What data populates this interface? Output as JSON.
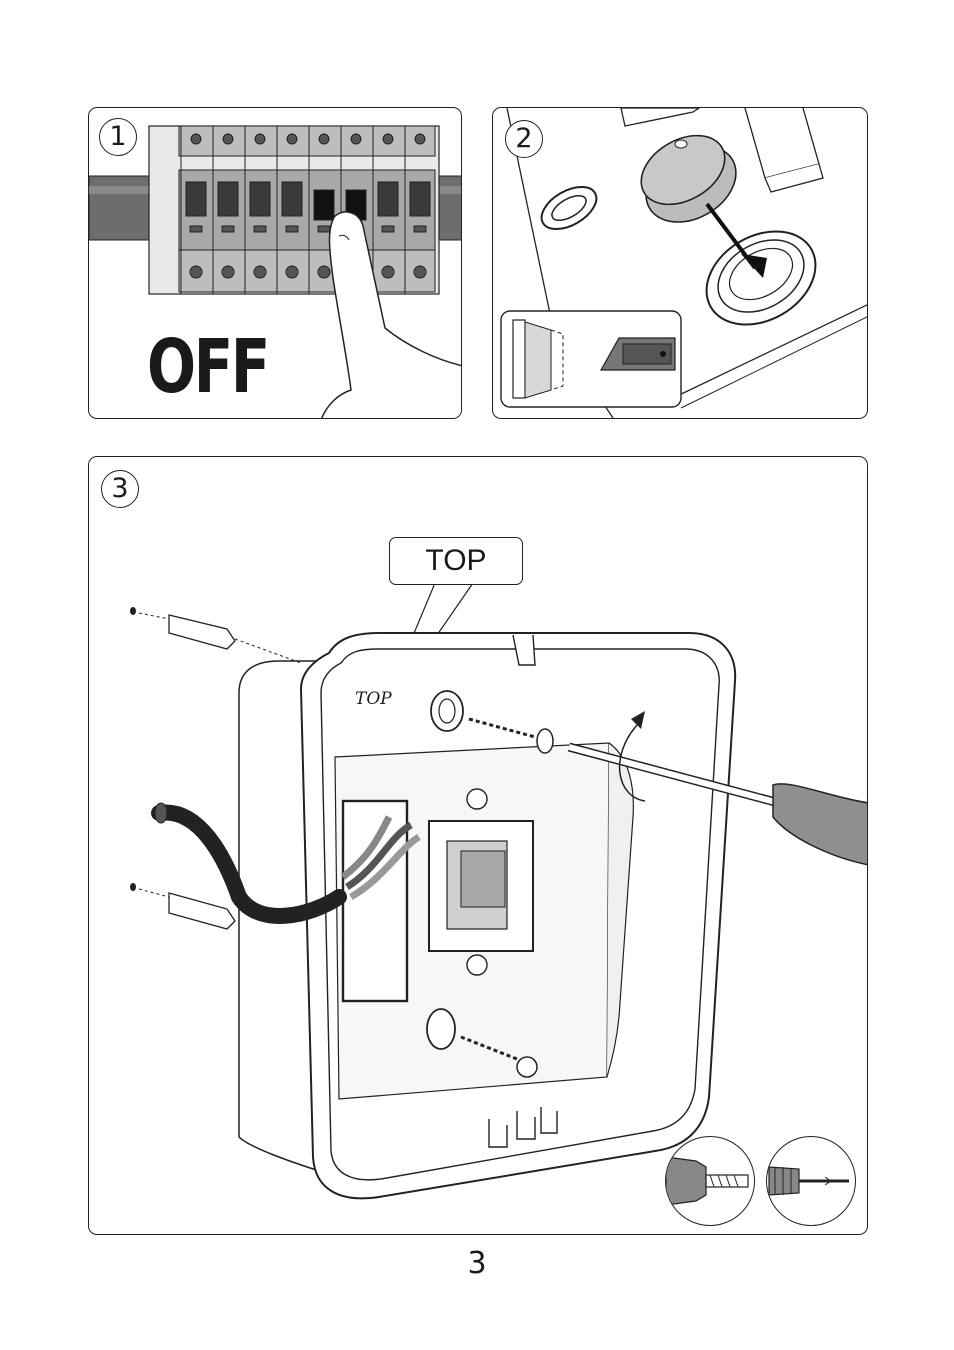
{
  "steps": [
    {
      "number": "1",
      "label": "OFF"
    },
    {
      "number": "2"
    },
    {
      "number": "3",
      "callout": "TOP",
      "mark": "TOP"
    }
  ],
  "page_number": "3",
  "icons": {
    "step1": "circuit-breaker-panel",
    "step2": "knock-out-grommet",
    "step3": "wall-mounting-plate",
    "tool_a": "drill-icon",
    "tool_b": "screwdriver-icon"
  }
}
